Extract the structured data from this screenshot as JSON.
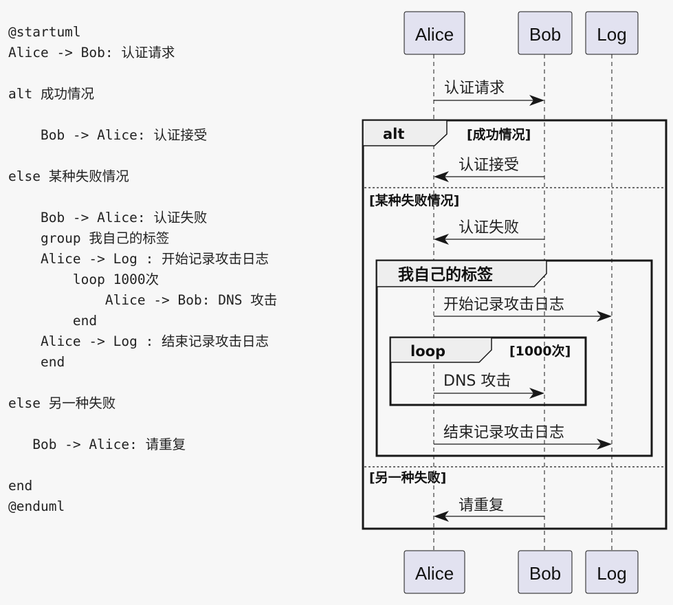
{
  "code_lines": [
    "@startuml",
    "Alice -> Bob: 认证请求",
    "",
    "alt 成功情况",
    "",
    "    Bob -> Alice: 认证接受",
    "",
    "else 某种失败情况",
    "",
    "    Bob -> Alice: 认证失败",
    "    group 我自己的标签",
    "    Alice -> Log : 开始记录攻击日志",
    "        loop 1000次",
    "            Alice -> Bob: DNS 攻击",
    "        end",
    "    Alice -> Log : 结束记录攻击日志",
    "    end",
    "",
    "else 另一种失败",
    "",
    "   Bob -> Alice: 请重复",
    "",
    "end",
    "@enduml"
  ],
  "participants": [
    "Alice",
    "Bob",
    "Log"
  ],
  "messages": [
    {
      "from": "Alice",
      "to": "Bob",
      "label": "认证请求"
    },
    {
      "from": "Bob",
      "to": "Alice",
      "label": "认证接受"
    },
    {
      "from": "Bob",
      "to": "Alice",
      "label": "认证失败"
    },
    {
      "from": "Alice",
      "to": "Log",
      "label": "开始记录攻击日志"
    },
    {
      "from": "Alice",
      "to": "Bob",
      "label": "DNS 攻击"
    },
    {
      "from": "Alice",
      "to": "Log",
      "label": "结束记录攻击日志"
    },
    {
      "from": "Bob",
      "to": "Alice",
      "label": "请重复"
    }
  ],
  "fragments": {
    "alt": {
      "keyword": "alt",
      "guards": [
        "[成功情况]",
        "[某种失败情况]",
        "[另一种失败]"
      ]
    },
    "group": {
      "keyword": "我自己的标签"
    },
    "loop": {
      "keyword": "loop",
      "guard": "[1000次]"
    }
  },
  "colors": {
    "background": "#f7f7f7",
    "participant_fill": "#e2e2f0",
    "line": "#181818",
    "tab_fill": "#eeeeee"
  }
}
